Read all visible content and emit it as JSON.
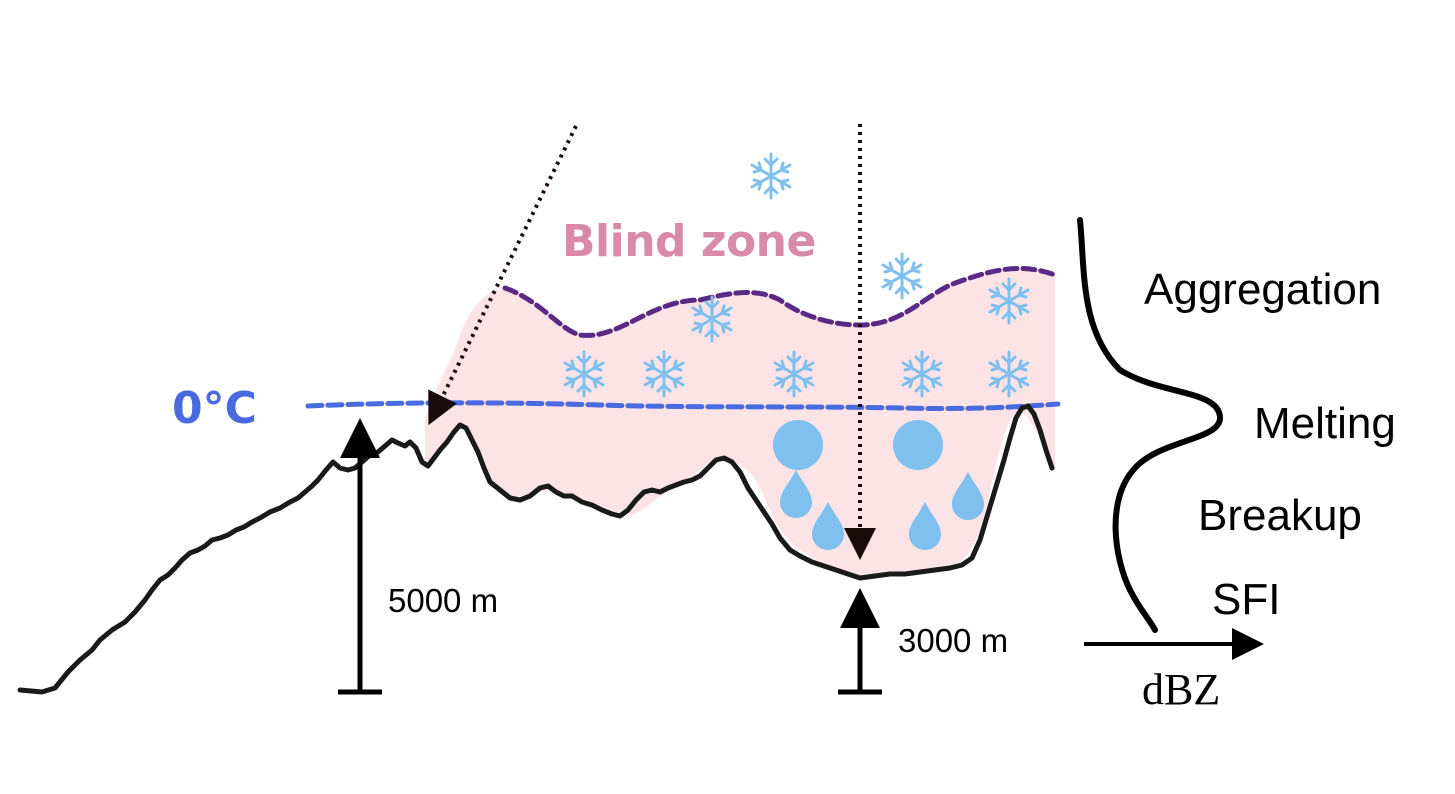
{
  "labels": {
    "blind_zone": "Blind zone",
    "freezing_level": "0°C",
    "alt_high": "5000 m",
    "alt_low": "3000 m",
    "proc_aggregation": "Aggregation",
    "proc_melting": "Melting",
    "proc_breakup": "Breakup",
    "proc_sfi": "SFI",
    "axis_dbz": "dBZ"
  },
  "colors": {
    "blind_zone_text": "#d98aa8",
    "blind_zone_fill": "#fbe3e6",
    "freezing_line": "#4a6be0",
    "top_boundary": "#5b2a86",
    "ice": "#7fc0ee",
    "rain": "#7fc0ee",
    "terrain": "#1a1a1a",
    "beam": "#1a0a0a"
  },
  "icons": {
    "snowflake": "snowflake-icon",
    "droplet": "raindrop-icon",
    "melting_drop": "melting-drop-icon"
  }
}
